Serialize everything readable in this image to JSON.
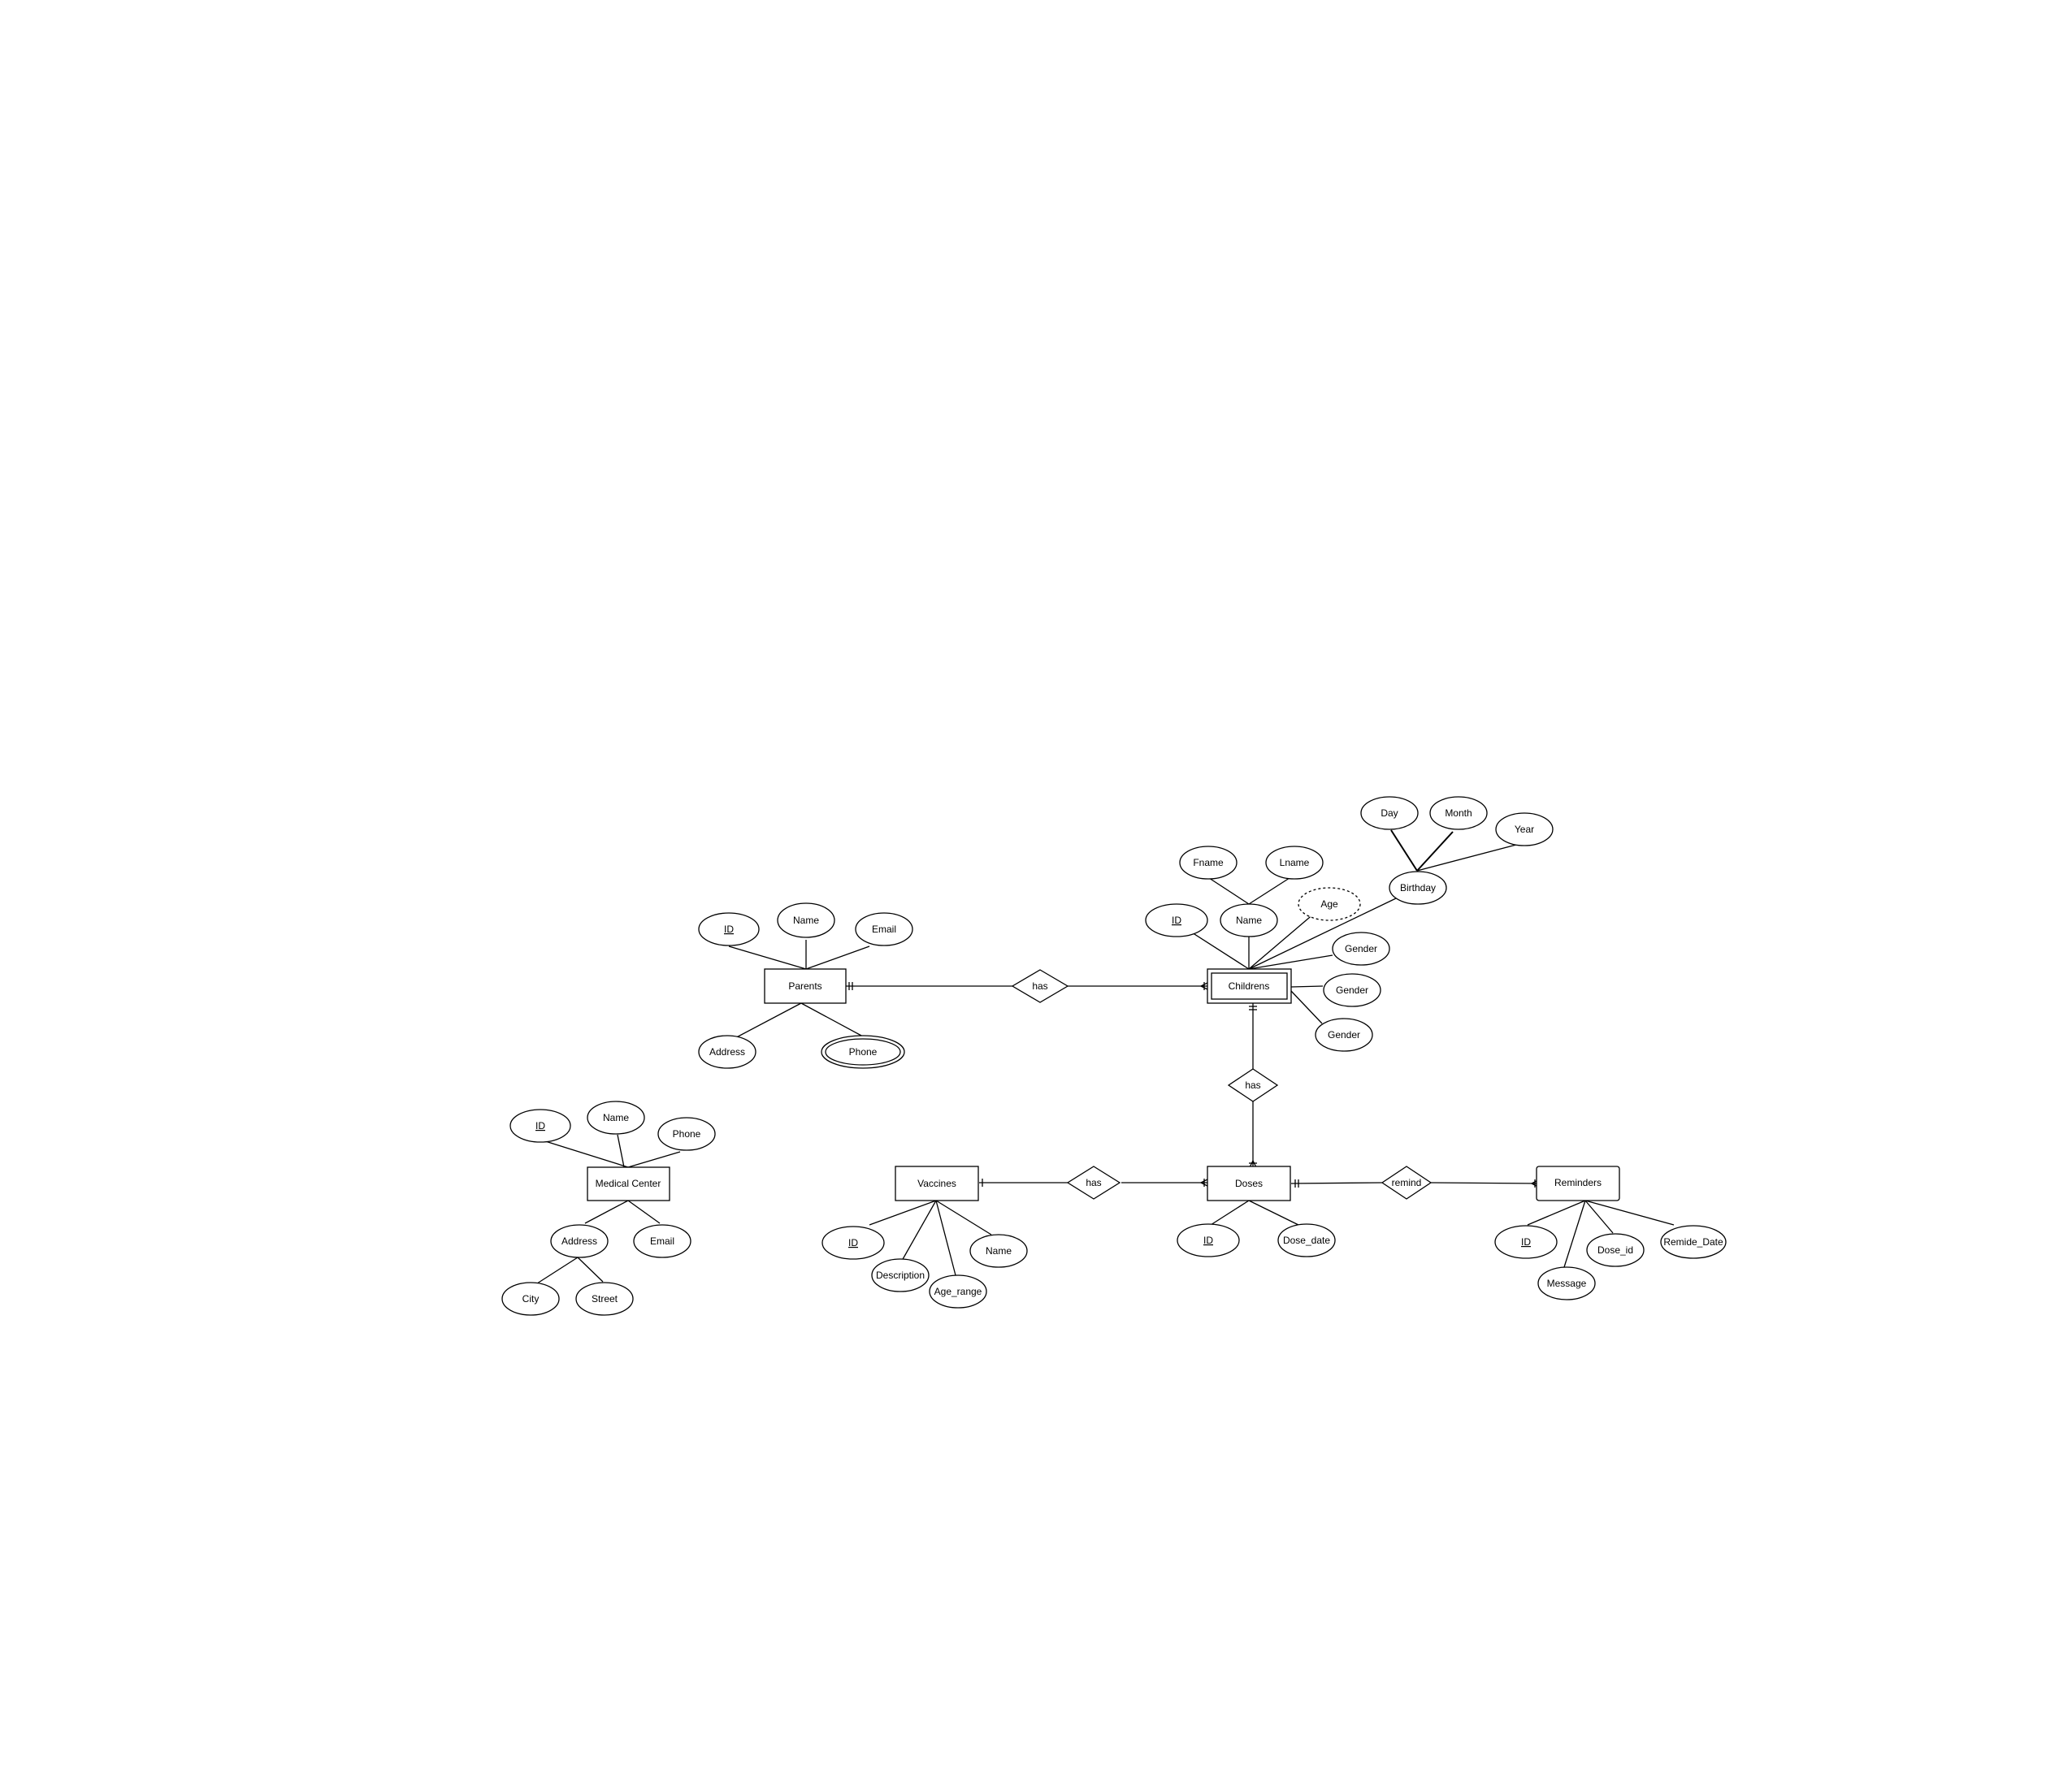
{
  "diagram": {
    "entities": {
      "parents": "Parents",
      "childrens": "Childrens",
      "medical_center": "Medical Center",
      "vaccines": "Vaccines",
      "doses": "Doses",
      "reminders": "Reminders"
    },
    "relationships": {
      "parents_childrens": "has",
      "childrens_doses": "has",
      "vaccines_doses": "has",
      "doses_reminders": "remind"
    },
    "attributes": {
      "parents": {
        "id": "ID",
        "name": "Name",
        "email": "Email",
        "address": "Address",
        "phone": "Phone"
      },
      "childrens": {
        "id": "ID",
        "name": "Name",
        "fname": "Fname",
        "lname": "Lname",
        "age": "Age",
        "birthday": "Birthday",
        "day": "Day",
        "month": "Month",
        "year": "Year",
        "gender1": "Gender",
        "gender2": "Gender",
        "gender3": "Gender"
      },
      "medical_center": {
        "id": "ID",
        "name": "Name",
        "phone": "Phone",
        "address": "Address",
        "email": "Email",
        "city": "City",
        "street": "Street"
      },
      "vaccines": {
        "id": "ID",
        "description": "Description",
        "age_range": "Age_range",
        "name": "Name"
      },
      "doses": {
        "id": "ID",
        "dose_date": "Dose_date"
      },
      "reminders": {
        "id": "ID",
        "message": "Message",
        "dose_id": "Dose_id",
        "remide_date": "Remide_Date"
      }
    }
  }
}
